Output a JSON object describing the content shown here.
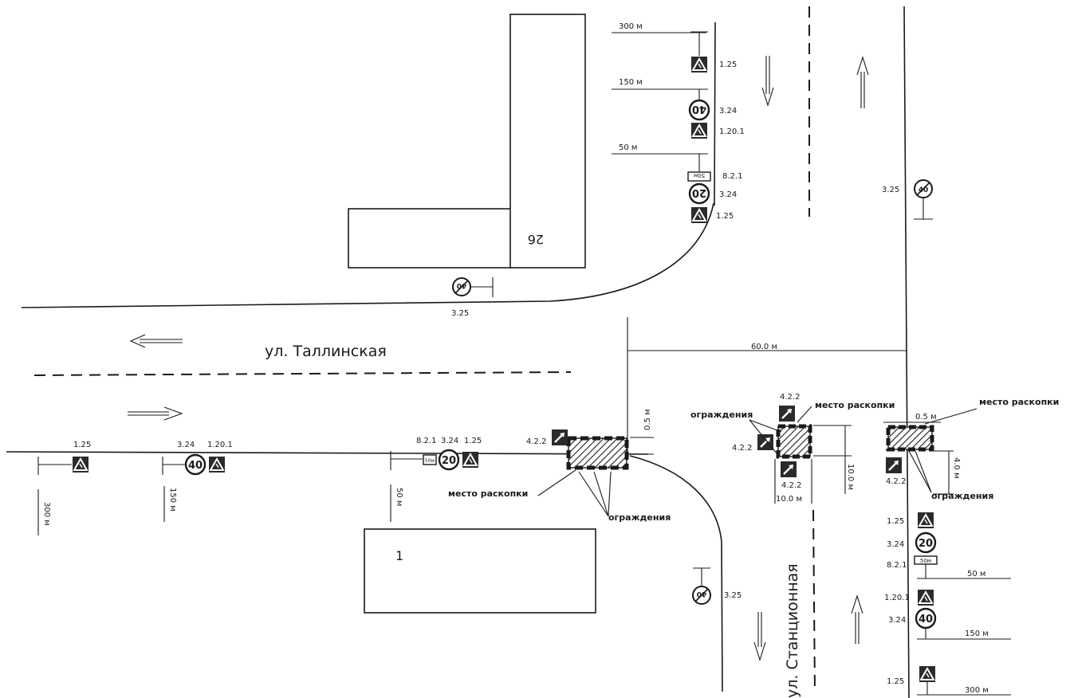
{
  "streets": {
    "tallinskaya": "ул. Таллинская",
    "stantsionnaya": "ул. Станционная"
  },
  "buildings": {
    "b26": "26",
    "b1": "1"
  },
  "dimensions": {
    "d60": "60.0 м",
    "d05a": "0.5 м",
    "d05b": "0.5 м",
    "d10a": "10.0 м",
    "d10b": "10.0 м",
    "d40": "4.0 м"
  },
  "labels": {
    "dig_site_a": "место раскопки",
    "dig_site_b": "место раскопки",
    "dig_site_c": "место раскопки",
    "fence_a": "ограждения",
    "fence_b": "ограждения",
    "fence_c": "ограждения"
  },
  "distances": {
    "top_300": "300 м",
    "top_150": "150 м",
    "top_50": "50 м",
    "left_300": "300 м",
    "left_150": "150 м",
    "left_50": "50 м",
    "right_50": "50 м",
    "right_150": "150 м",
    "right_300": "300 м"
  },
  "sign_codes": {
    "warn": "1.25",
    "ped": "1.20.1",
    "speed": "3.24",
    "end_speed": "3.25",
    "dist_plate": "8.2.1",
    "detour": "4.2.2"
  },
  "sign_values": {
    "s40": "40",
    "s20": "20",
    "plate": "50м"
  },
  "colors": {
    "ink": "#1a1a1a",
    "sign_fill": "#2b2b2b",
    "paper": "#ffffff"
  }
}
